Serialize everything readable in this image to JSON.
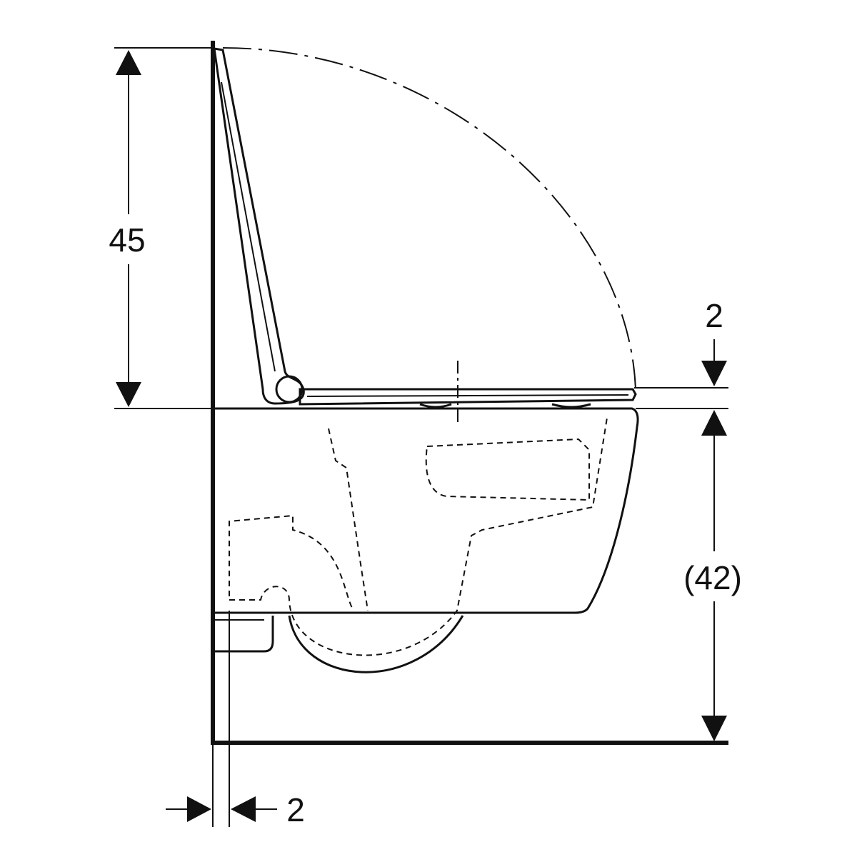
{
  "diagram": {
    "labels": {
      "seat_height": "45",
      "lid_gap": "2",
      "bowl_height": "(42)",
      "wall_gap": "2"
    },
    "colors": {
      "line": "#111111",
      "background": "#ffffff"
    }
  }
}
